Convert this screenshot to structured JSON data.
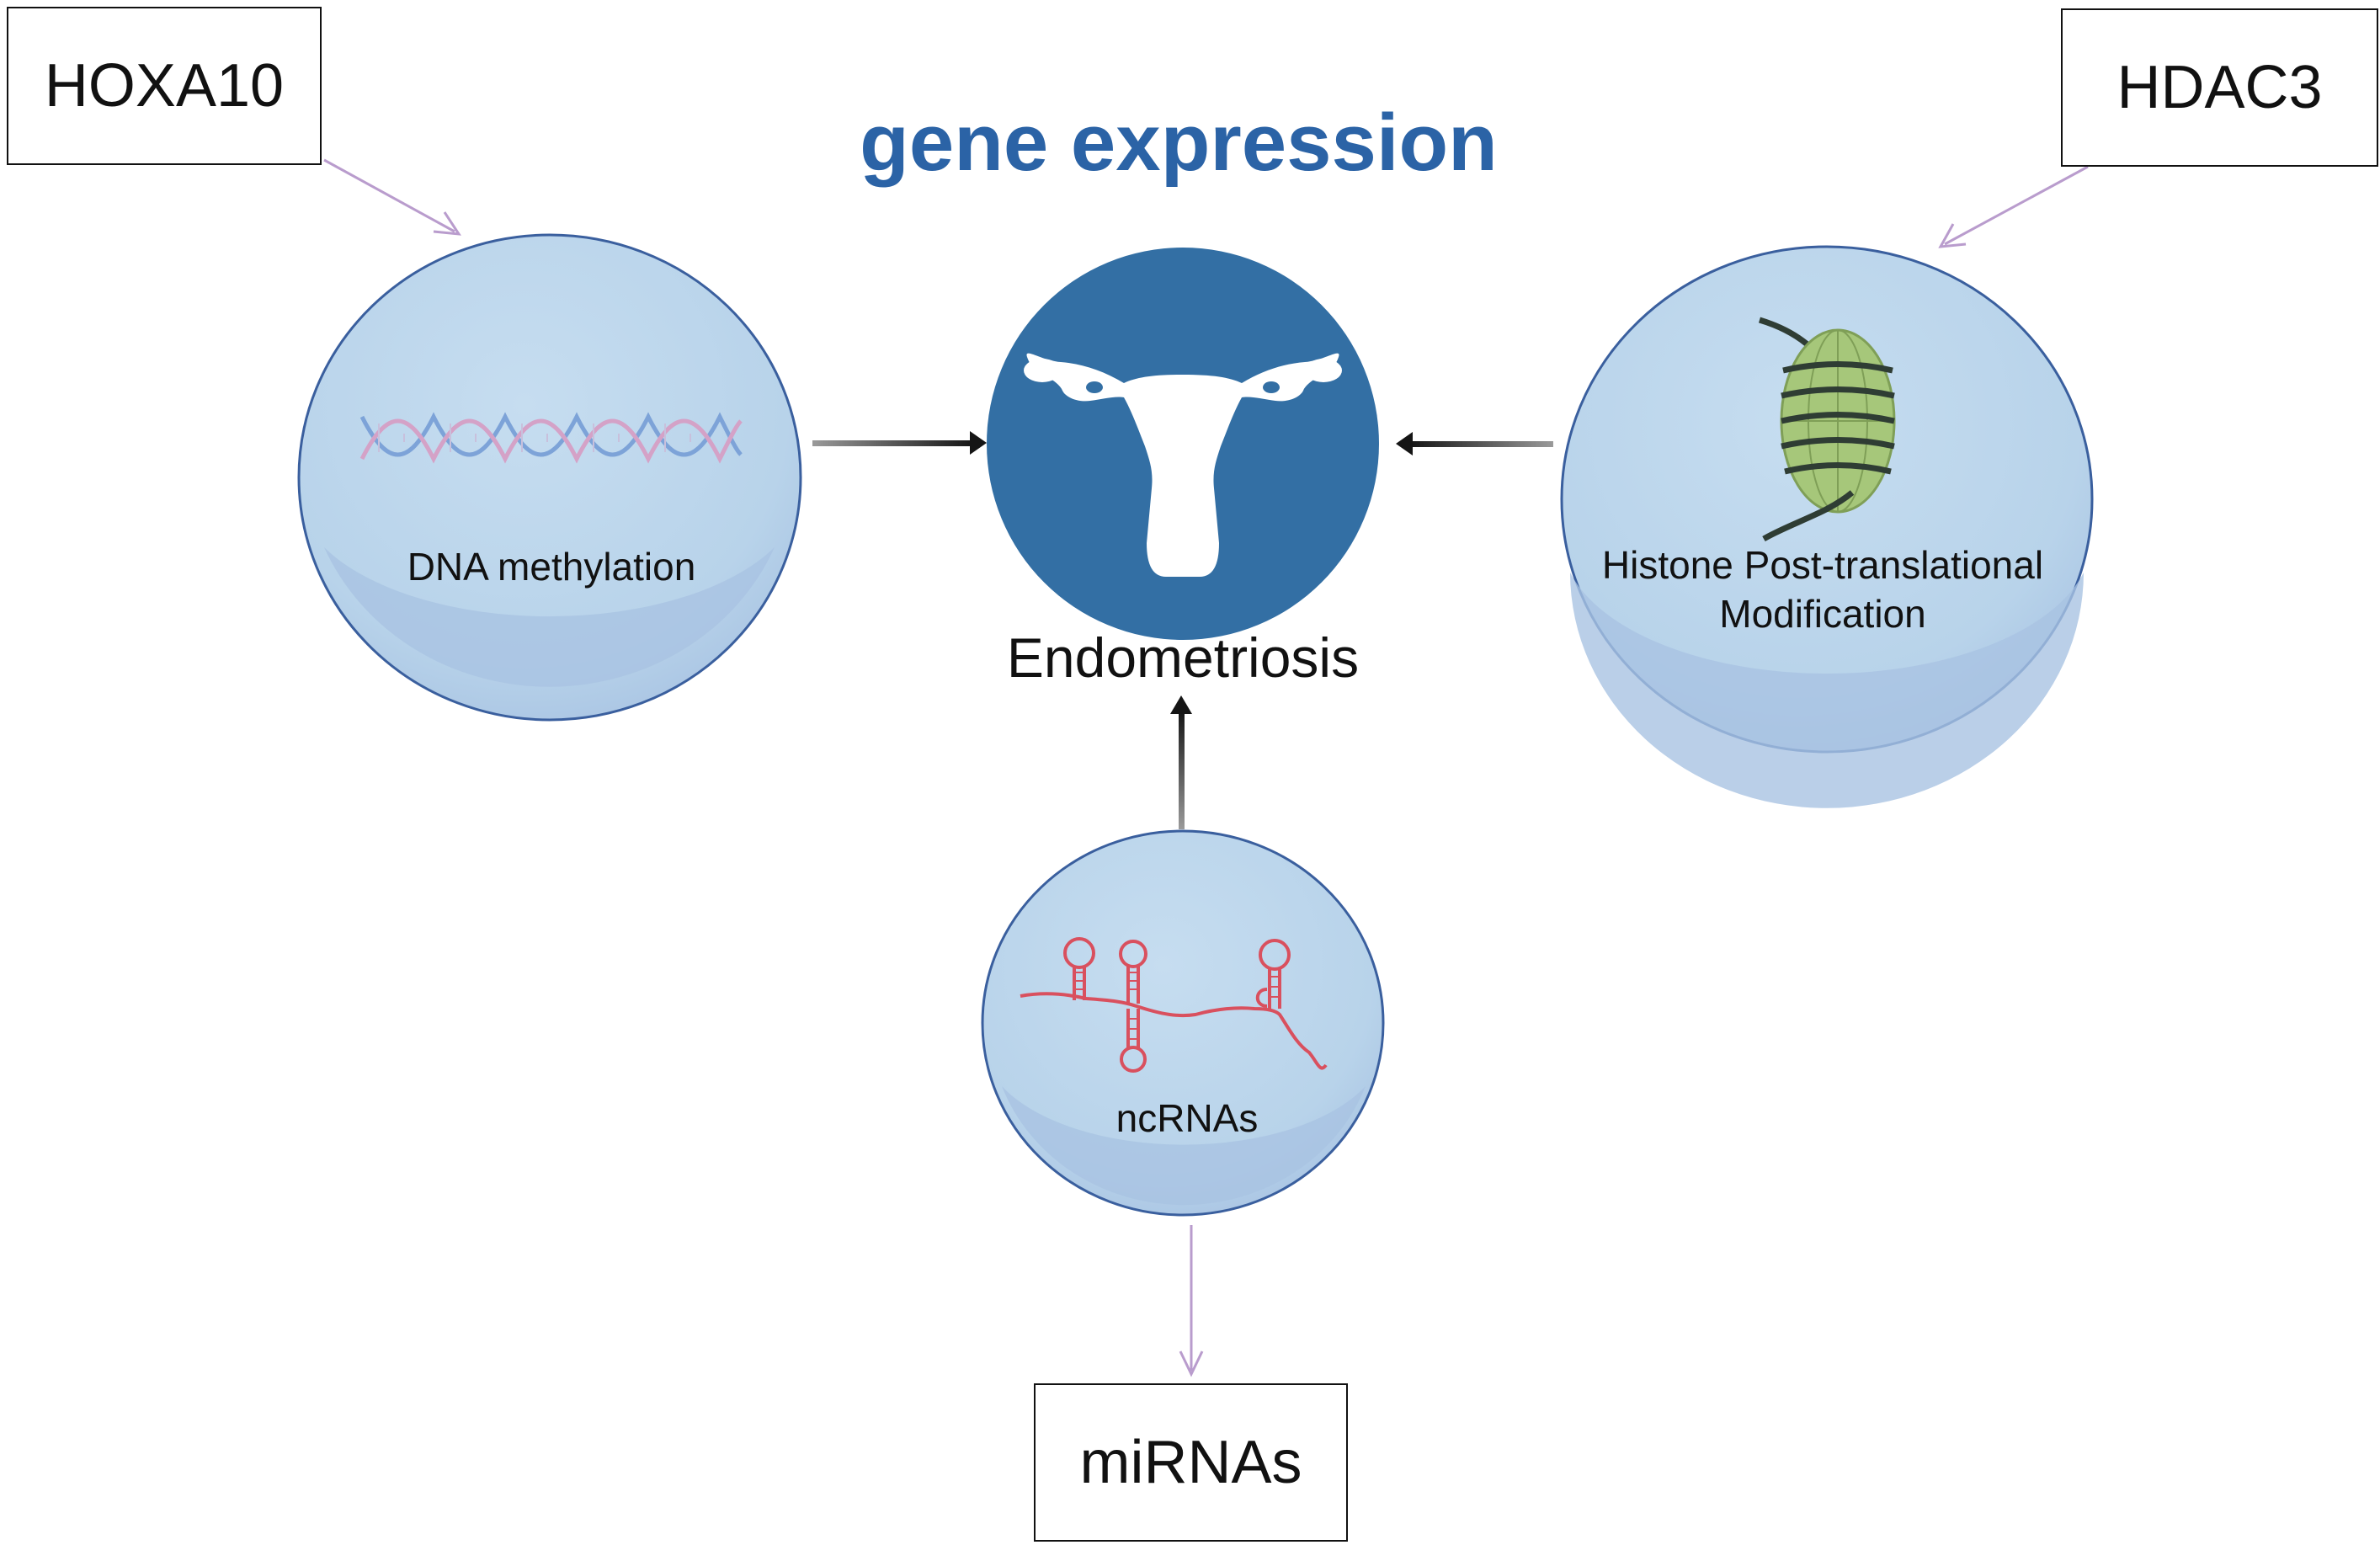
{
  "title": "gene expression",
  "center": {
    "label": "Endometriosis",
    "icon": "uterus-icon"
  },
  "mechanisms": {
    "dna_methylation": {
      "label": "DNA methylation",
      "icon": "dna-double-helix-icon",
      "source_box": "HOXA10"
    },
    "histone": {
      "label_line1": "Histone Post-translational",
      "label_line2": "Modification",
      "icon": "nucleosome-icon",
      "source_box": "HDAC3"
    },
    "ncrnas": {
      "label": "ncRNAs",
      "icon": "rna-hairpin-icon",
      "target_box": "miRNAs"
    }
  },
  "colors": {
    "title": "#2b63a6",
    "center_circle": "#336fa4",
    "bubble": "#bcd6ec",
    "bubble_edge": "#3a5f9e",
    "connector_arrow": "#b99ccd",
    "main_arrow": "#222222",
    "rna": "#d9505e",
    "nucleosome": "#a6c77a"
  }
}
